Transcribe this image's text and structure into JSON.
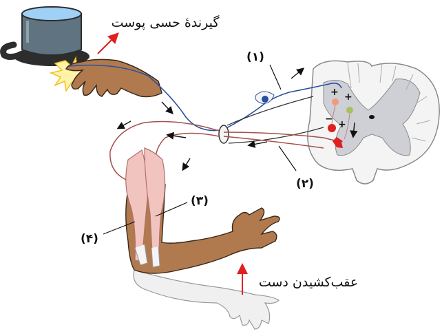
{
  "labels": {
    "skin_receptor": "گیرندهٔ حسی پوست",
    "hand_withdrawal": "عقب‌کشیدن دست",
    "n1": "(۱)",
    "n2": "(۲)",
    "n3": "(۳)",
    "n4": "(۴)"
  },
  "signs": {
    "plus1": "+",
    "plus2": "+",
    "plus3": "+",
    "minus1": "−"
  },
  "colors": {
    "sensory_neuron": "#2a4fa0",
    "motor_neuron": "#a5504a",
    "arrow_red": "#e02020",
    "grey_matter": "#cfcfd6",
    "spinal_outline": "#888888",
    "skin_dark": "#b07a4e",
    "skin_light": "#f0f0f0",
    "muscle": "#f2c4c0",
    "pot": "#5f7480",
    "water": "#9fd0f5"
  },
  "icons": [
    "hot-pot-icon",
    "pain-burst-icon",
    "spinal-cord-icon",
    "muscle-icon"
  ]
}
